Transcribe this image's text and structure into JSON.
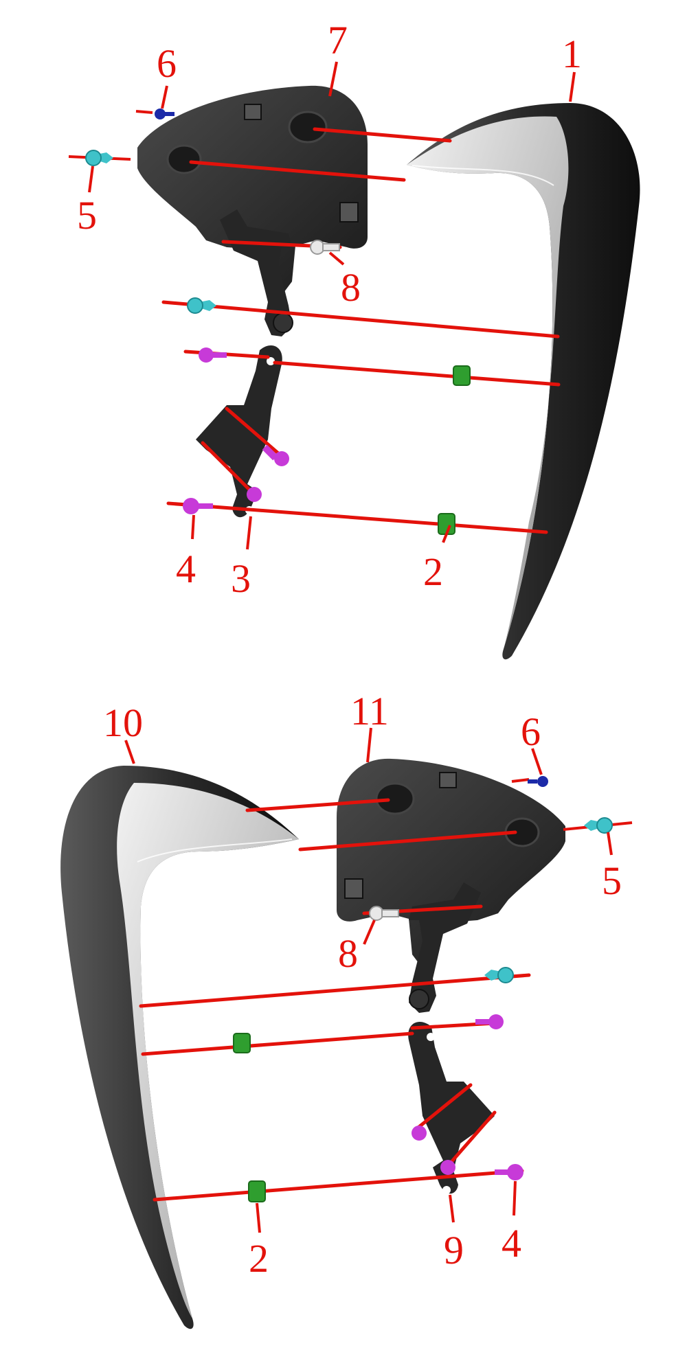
{
  "diagram": {
    "top_assembly": {
      "callouts": [
        "1",
        "2",
        "3",
        "4",
        "5",
        "6",
        "7",
        "8"
      ]
    },
    "bottom_assembly": {
      "callouts": [
        "10",
        "11",
        "6",
        "5",
        "8",
        "2",
        "9",
        "4"
      ]
    }
  },
  "colors": {
    "leader": "#e3120b",
    "bracket": "#2b2b2b",
    "handle_face": "#c9c9c9",
    "handle_shell": "#1f1f1f",
    "clip_cyan": "#3fc2c9",
    "screw_magenta": "#c73ad8",
    "nut_green": "#2f9e2f",
    "pin_blue": "#1c2aa8",
    "pin_white": "#e8e8e8"
  }
}
